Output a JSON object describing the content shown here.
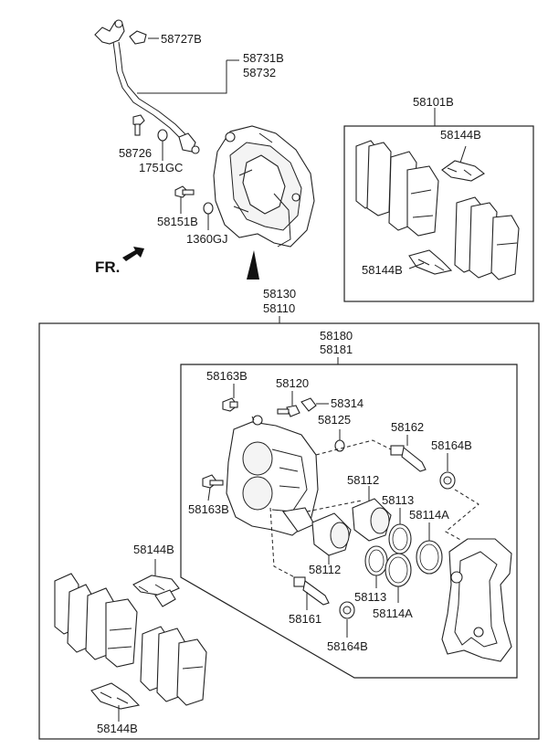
{
  "diagram": {
    "labels": {
      "p58727B": "58727B",
      "p58731B": "58731B",
      "p58732": "58732",
      "p58726": "58726",
      "p1751GC": "1751GC",
      "p58151B": "58151B",
      "p1360GJ": "1360GJ",
      "fr": "FR.",
      "p58101B": "58101B",
      "p58144B_a": "58144B",
      "p58144B_b": "58144B",
      "p58130": "58130",
      "p58110": "58110",
      "p58180": "58180",
      "p58181": "58181",
      "p58163B_a": "58163B",
      "p58120": "58120",
      "p58314": "58314",
      "p58125": "58125",
      "p58162": "58162",
      "p58164B_a": "58164B",
      "p58163B_b": "58163B",
      "p58112_a": "58112",
      "p58113_a": "58113",
      "p58114A_a": "58114A",
      "p58112_b": "58112",
      "p58113_b": "58113",
      "p58114A_b": "58114A",
      "p58161": "58161",
      "p58164B_b": "58164B",
      "p58144B_c": "58144B",
      "p58144B_d": "58144B"
    },
    "colors": {
      "line": "#222222",
      "text": "#1a1a1a",
      "background": "#ffffff"
    }
  }
}
